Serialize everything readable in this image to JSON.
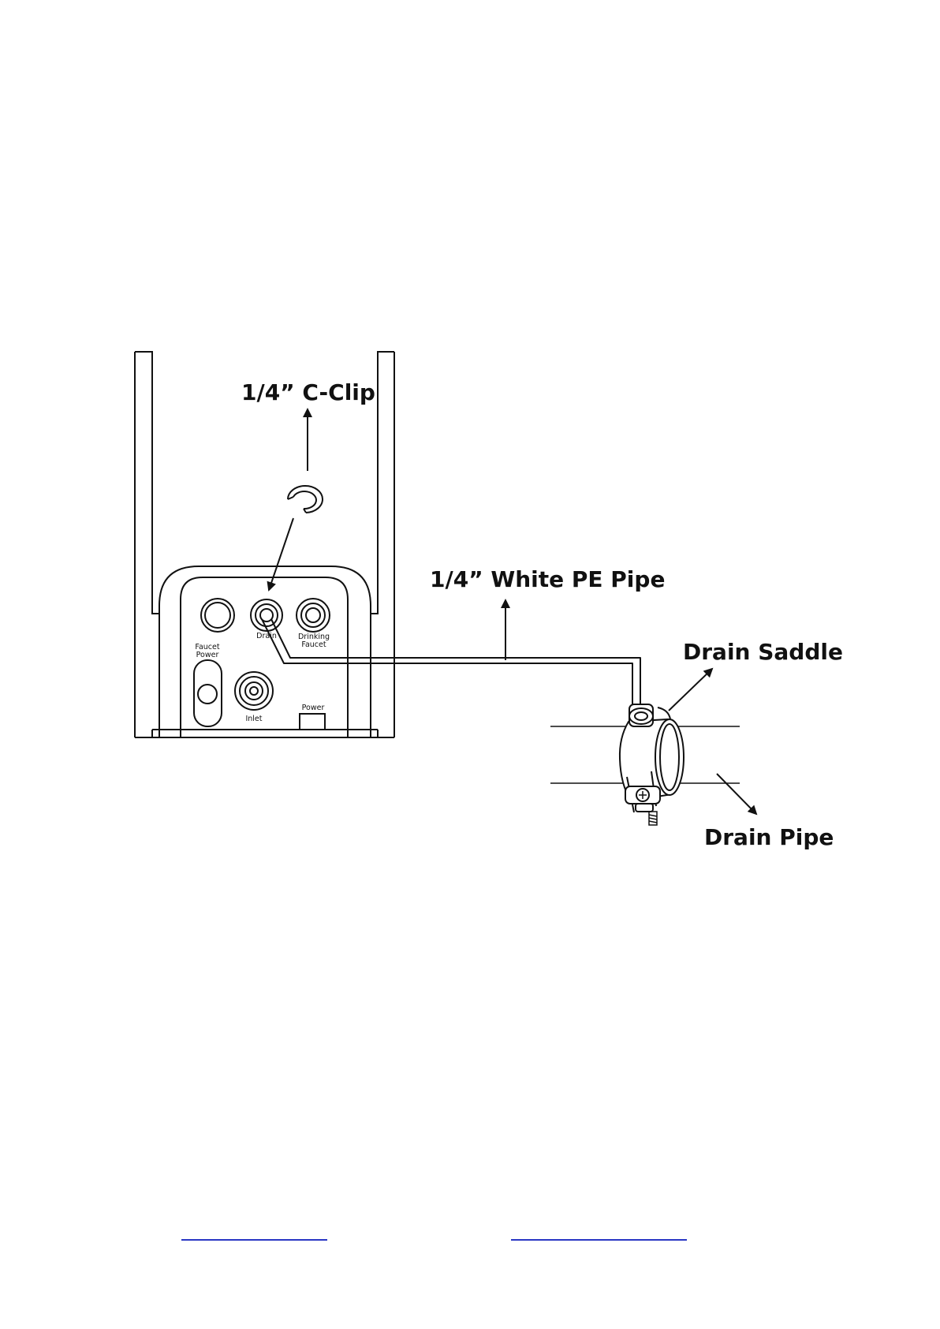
{
  "callouts": {
    "c_clip": "1/4” C-Clip",
    "white_pe_pipe": "1/4” White PE Pipe",
    "drain_saddle": "Drain Saddle",
    "drain_pipe": "Drain Pipe"
  },
  "port_labels": {
    "drain": "Drain",
    "drinking_faucet_line1": "Drinking",
    "drinking_faucet_line2": "Faucet",
    "faucet_power_line1": "Faucet",
    "faucet_power_line2": "Power",
    "inlet": "Inlet",
    "power": "Power"
  },
  "colors": {
    "line": "#111111",
    "link_underline": "#2a37c4"
  }
}
